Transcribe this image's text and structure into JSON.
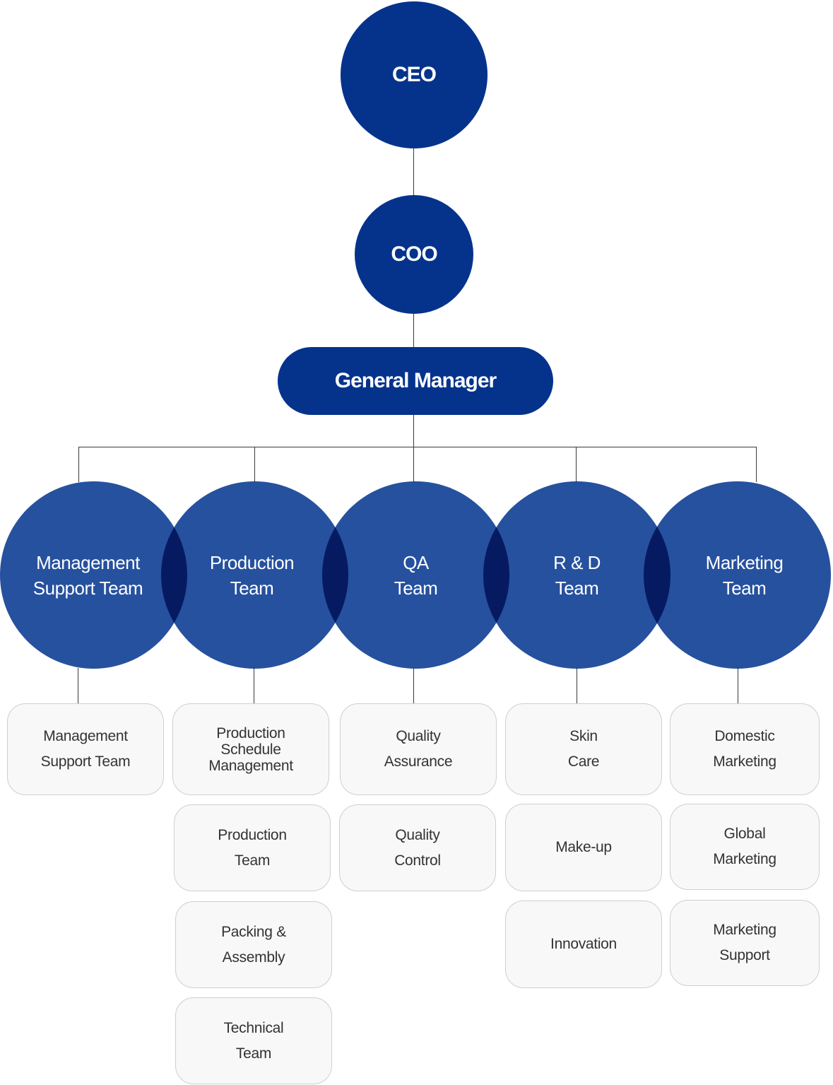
{
  "ceo": {
    "label": "CEO"
  },
  "coo": {
    "label": "COO"
  },
  "general_manager": {
    "label": "General Manager"
  },
  "departments": [
    {
      "label": "Management\nSupport Team",
      "sub_units": [
        "Management\nSupport Team"
      ]
    },
    {
      "label": "Production\nTeam",
      "sub_units": [
        "Production\nSchedule\nManagement",
        "Production\nTeam",
        "Packing &\nAssembly",
        "Technical\nTeam"
      ]
    },
    {
      "label": "QA\nTeam",
      "sub_units": [
        "Quality\nAssurance",
        "Quality\nControl"
      ]
    },
    {
      "label": "R & D\nTeam",
      "sub_units": [
        "Skin\nCare",
        "Make-up",
        "Innovation"
      ]
    },
    {
      "label": "Marketing\nTeam",
      "sub_units": [
        "Domestic\nMarketing",
        "Global\nMarketing",
        "Marketing\nSupport"
      ]
    }
  ],
  "colors": {
    "executive": "#05338b",
    "department": "#134296",
    "sub_unit_fill": "#f8f8f8",
    "sub_unit_border": "#cfcfcf",
    "connector": "#3a3a3a"
  }
}
